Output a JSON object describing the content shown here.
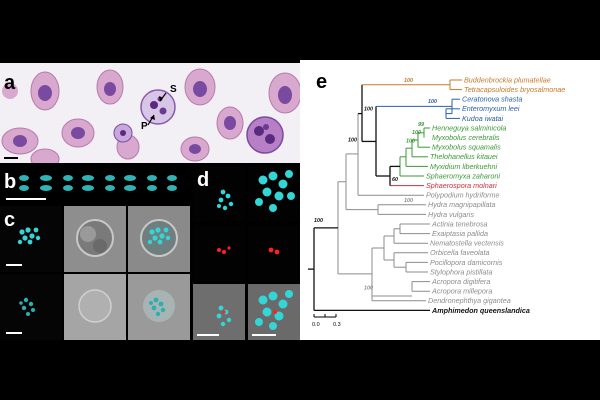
{
  "panels": {
    "a": {
      "label": "a",
      "annotations": [
        {
          "text": "S"
        },
        {
          "text": "P"
        }
      ]
    },
    "b": {
      "label": "b"
    },
    "c": {
      "label": "c"
    },
    "d": {
      "label": "d"
    },
    "e": {
      "label": "e"
    }
  },
  "colors": {
    "orange": "#c8782a",
    "blue": "#2a5fa8",
    "green": "#3a9a35",
    "red": "#d42a3a",
    "grey": "#8c8c8c",
    "black": "#111111",
    "cyan_fluorescence": "#33d6d6",
    "red_fluorescence": "#ff2020",
    "giemsa_purple": "#7a4aa0"
  },
  "tree": {
    "taxa": [
      {
        "name": "Buddenbrockia plumatellae",
        "color": "orange"
      },
      {
        "name": "Tetracapsuloides bryosalmonae",
        "color": "orange"
      },
      {
        "name": "Ceratonova shasta",
        "color": "blue"
      },
      {
        "name": "Enteromyxum leei",
        "color": "blue"
      },
      {
        "name": "Kudoa iwatai",
        "color": "blue"
      },
      {
        "name": "Henneguya salminicola",
        "color": "green"
      },
      {
        "name": "Myxobolus cerebralis",
        "color": "green"
      },
      {
        "name": "Myxobolus squamalis",
        "color": "green"
      },
      {
        "name": "Thelohanellus kitauei",
        "color": "green"
      },
      {
        "name": "Myxidium liberkuehni",
        "color": "green"
      },
      {
        "name": "Sphaeromyxa zaharoni",
        "color": "green"
      },
      {
        "name": "Sphaerospora molnari",
        "color": "red"
      },
      {
        "name": "Polypodium hydriforme",
        "color": "grey"
      },
      {
        "name": "Hydra magnipapillata",
        "color": "grey"
      },
      {
        "name": "Hydra vulgaris",
        "color": "grey"
      },
      {
        "name": "Actinia tenebrosa",
        "color": "grey"
      },
      {
        "name": "Exaiptasia pallida",
        "color": "grey"
      },
      {
        "name": "Nematostella vectensis",
        "color": "grey"
      },
      {
        "name": "Orbicella faveolata",
        "color": "grey"
      },
      {
        "name": "Pocillopora damicornis",
        "color": "grey"
      },
      {
        "name": "Stylophora pistillata",
        "color": "grey"
      },
      {
        "name": "Acropora digitifera",
        "color": "grey"
      },
      {
        "name": "Acropora millepora",
        "color": "grey"
      },
      {
        "name": "Dendronephthya gigantea",
        "color": "grey"
      },
      {
        "name": "Amphimedon queenslandica",
        "color": "black"
      }
    ],
    "support_values": [
      {
        "text": "100",
        "color": "orange"
      },
      {
        "text": "100",
        "color": "blue"
      },
      {
        "text": "100",
        "color": "black"
      },
      {
        "text": "99",
        "color": "green"
      },
      {
        "text": "100",
        "color": "green"
      },
      {
        "text": "100",
        "color": "green"
      },
      {
        "text": "60",
        "color": "black"
      },
      {
        "text": "100",
        "color": "black"
      },
      {
        "text": "100",
        "color": "grey"
      },
      {
        "text": "100",
        "color": "black"
      },
      {
        "text": "100",
        "color": "grey"
      }
    ],
    "scale": {
      "start": "0.0",
      "end": "0.3"
    }
  }
}
